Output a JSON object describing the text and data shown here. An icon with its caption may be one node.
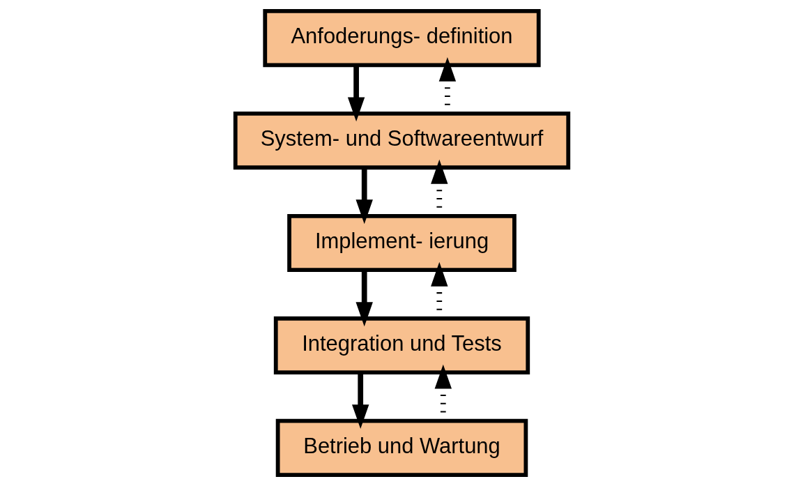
{
  "diagram": {
    "nodes": [
      {
        "text": [
          "Anfoderungs- definition"
        ]
      },
      {
        "text": [
          "System- und Softwareentwurf"
        ]
      },
      {
        "text": [
          "Implement- ierung"
        ]
      },
      {
        "text": [
          "Integration und Tests"
        ]
      },
      {
        "text": [
          "Betrieb und Wartung"
        ]
      }
    ],
    "edges": [
      {
        "from": 0,
        "to": 1,
        "arrow": "to"
      },
      {
        "from": 1,
        "to": 2,
        "arrow": "to"
      },
      {
        "from": 2,
        "to": 3,
        "arrow": "to"
      },
      {
        "from": 3,
        "to": 4,
        "arrow": "to"
      },
      {
        "from": 1,
        "to": 0,
        "arrow": "to",
        "style": "dashed"
      },
      {
        "from": 2,
        "to": 1,
        "arrow": "to",
        "style": "dashed"
      },
      {
        "from": 3,
        "to": 2,
        "arrow": "to",
        "style": "dashed"
      },
      {
        "from": 4,
        "to": 3,
        "arrow": "to",
        "style": "dashed"
      }
    ]
  }
}
